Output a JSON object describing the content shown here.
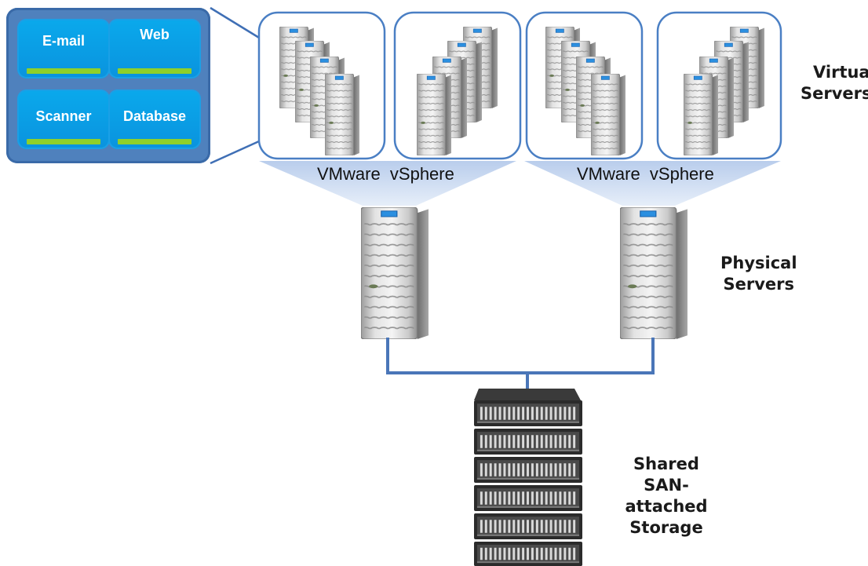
{
  "apps": [
    {
      "label": "E-mail"
    },
    {
      "label": "Web"
    },
    {
      "label": "Scanner"
    },
    {
      "label": "Database"
    }
  ],
  "hypervisor_labels": [
    "VMware  vSphere",
    "VMware  vSphere"
  ],
  "tiers": {
    "virtual": [
      "Virtual",
      "Servers"
    ],
    "physical": [
      "Physical",
      "Servers"
    ],
    "storage": [
      "Shared",
      "SAN-attached",
      "Storage"
    ]
  },
  "colors": {
    "app_panel": "#4f81bd",
    "app_tile": "#0aa0e6",
    "app_bar": "#8fd02a",
    "vm_border": "#4a7fc4",
    "funnel": "#c8d9f0",
    "connector": "#4a76b8"
  },
  "icons": [
    "server-tower-icon",
    "storage-array-icon"
  ]
}
